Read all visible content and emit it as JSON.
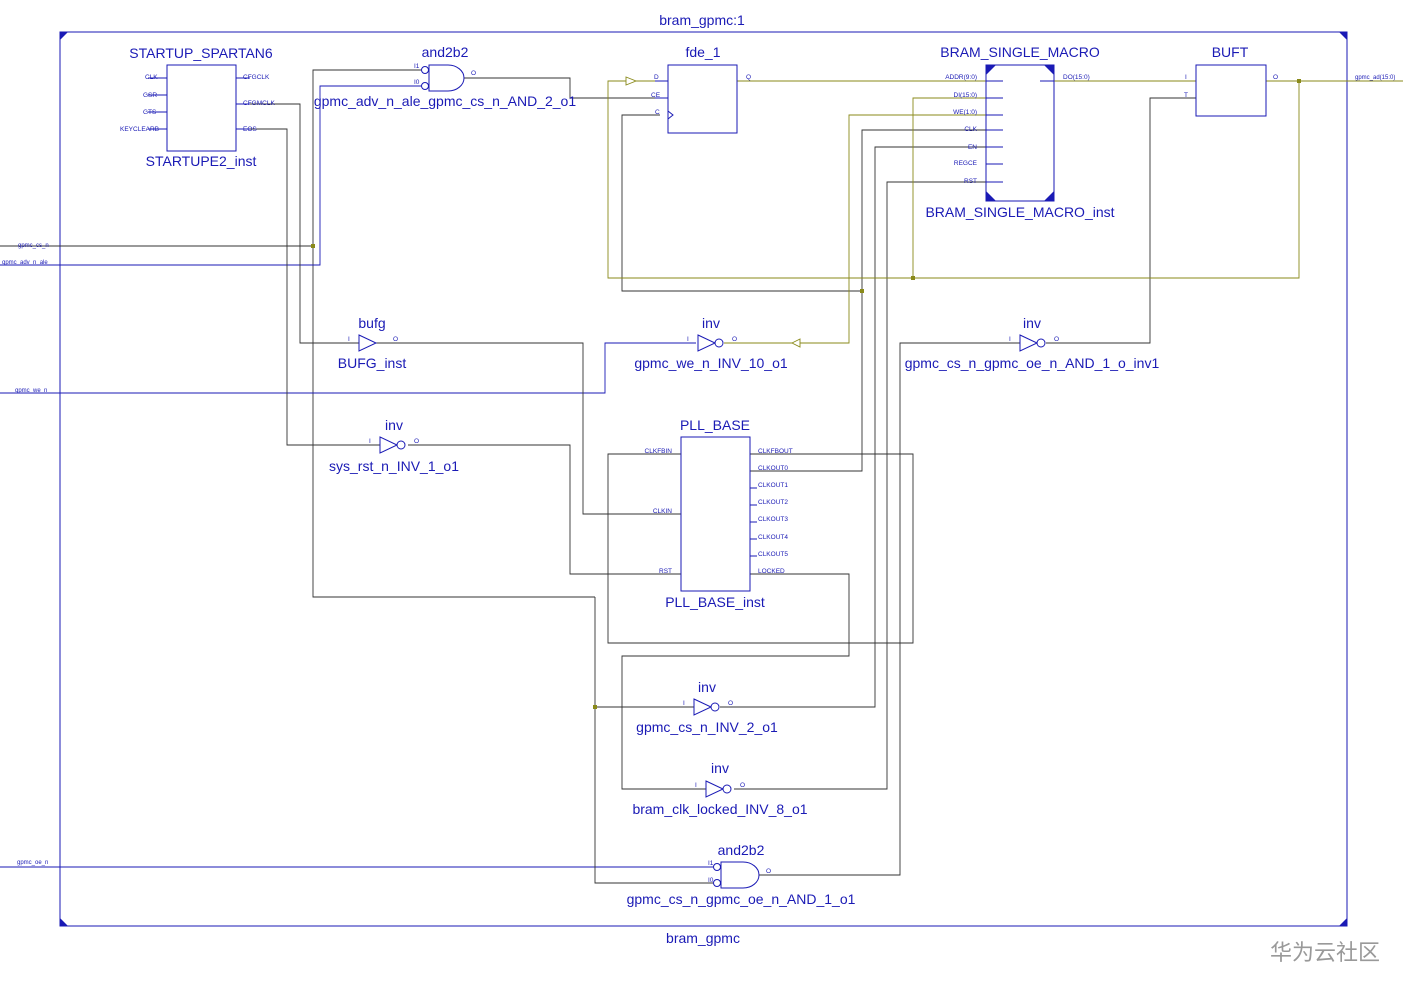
{
  "module": {
    "top_label": "bram_gpmc:1",
    "bottom_label": "bram_gpmc"
  },
  "ports": {
    "gpmc_cs_n": "gpmc_cs_n",
    "gpmc_adv_n_ale": "gpmc_adv_n_ale",
    "gpmc_we_n": "gpmc_we_n",
    "gpmc_oe_n": "gpmc_oe_n",
    "gpmc_ad": "gpmc_ad(15:0)"
  },
  "startup": {
    "type": "STARTUP_SPARTAN6",
    "inst": "STARTUPE2_inst",
    "pins": {
      "clk": "CLK",
      "gsr": "GSR",
      "gts": "GTS",
      "keyclearb": "KEYCLEARB",
      "cfgclk": "CFGCLK",
      "cfgmclk": "CFGMCLK",
      "eos": "EOS"
    }
  },
  "and_ale": {
    "type": "and2b2",
    "inst": "gpmc_adv_n_ale_gpmc_cs_n_AND_2_o1",
    "pins": {
      "i1": "I1",
      "i0": "I0",
      "o": "O"
    }
  },
  "fde": {
    "type": "fde_1",
    "pins": {
      "d": "D",
      "ce": "CE",
      "c": "C",
      "q": "Q"
    }
  },
  "bram": {
    "type": "BRAM_SINGLE_MACRO",
    "inst": "BRAM_SINGLE_MACRO_inst",
    "pins": {
      "addr": "ADDR(9:0)",
      "di": "DI(15:0)",
      "we": "WE(1:0)",
      "clk": "CLK",
      "en": "EN",
      "regce": "REGCE",
      "rst": "RST",
      "do": "DO(15:0)"
    }
  },
  "buft": {
    "type": "BUFT",
    "pins": {
      "i": "I",
      "t": "T",
      "o": "O"
    }
  },
  "bufg": {
    "type": "bufg",
    "inst": "BUFG_inst",
    "pins": {
      "i": "I",
      "o": "O"
    }
  },
  "inv_we": {
    "type": "inv",
    "inst": "gpmc_we_n_INV_10_o1",
    "pins": {
      "i": "I",
      "o": "O"
    }
  },
  "inv_oe": {
    "type": "inv",
    "inst": "gpmc_cs_n_gpmc_oe_n_AND_1_o_inv1",
    "pins": {
      "i": "I",
      "o": "O"
    }
  },
  "inv_rst": {
    "type": "inv",
    "inst": "sys_rst_n_INV_1_o1",
    "pins": {
      "i": "I",
      "o": "O"
    }
  },
  "pll": {
    "type": "PLL_BASE",
    "inst": "PLL_BASE_inst",
    "pins": {
      "clkfbin": "CLKFBIN",
      "clkin": "CLKIN",
      "rst": "RST",
      "clkfbout": "CLKFBOUT",
      "clkout0": "CLKOUT0",
      "clkout1": "CLKOUT1",
      "clkout2": "CLKOUT2",
      "clkout3": "CLKOUT3",
      "clkout4": "CLKOUT4",
      "clkout5": "CLKOUT5",
      "locked": "LOCKED"
    }
  },
  "inv_cs": {
    "type": "inv",
    "inst": "gpmc_cs_n_INV_2_o1",
    "pins": {
      "i": "I",
      "o": "O"
    }
  },
  "inv_locked": {
    "type": "inv",
    "inst": "bram_clk_locked_INV_8_o1",
    "pins": {
      "i": "I",
      "o": "O"
    }
  },
  "and_oe": {
    "type": "and2b2",
    "inst": "gpmc_cs_n_gpmc_oe_n_AND_1_o1",
    "pins": {
      "i1": "I1",
      "i0": "I0",
      "o": "O"
    }
  },
  "watermark": "华为云社区",
  "colors": {
    "symbol": "#1a1ab5",
    "net": "#333333",
    "bus_net": "#8a8a1a",
    "watermark": "#999999"
  }
}
